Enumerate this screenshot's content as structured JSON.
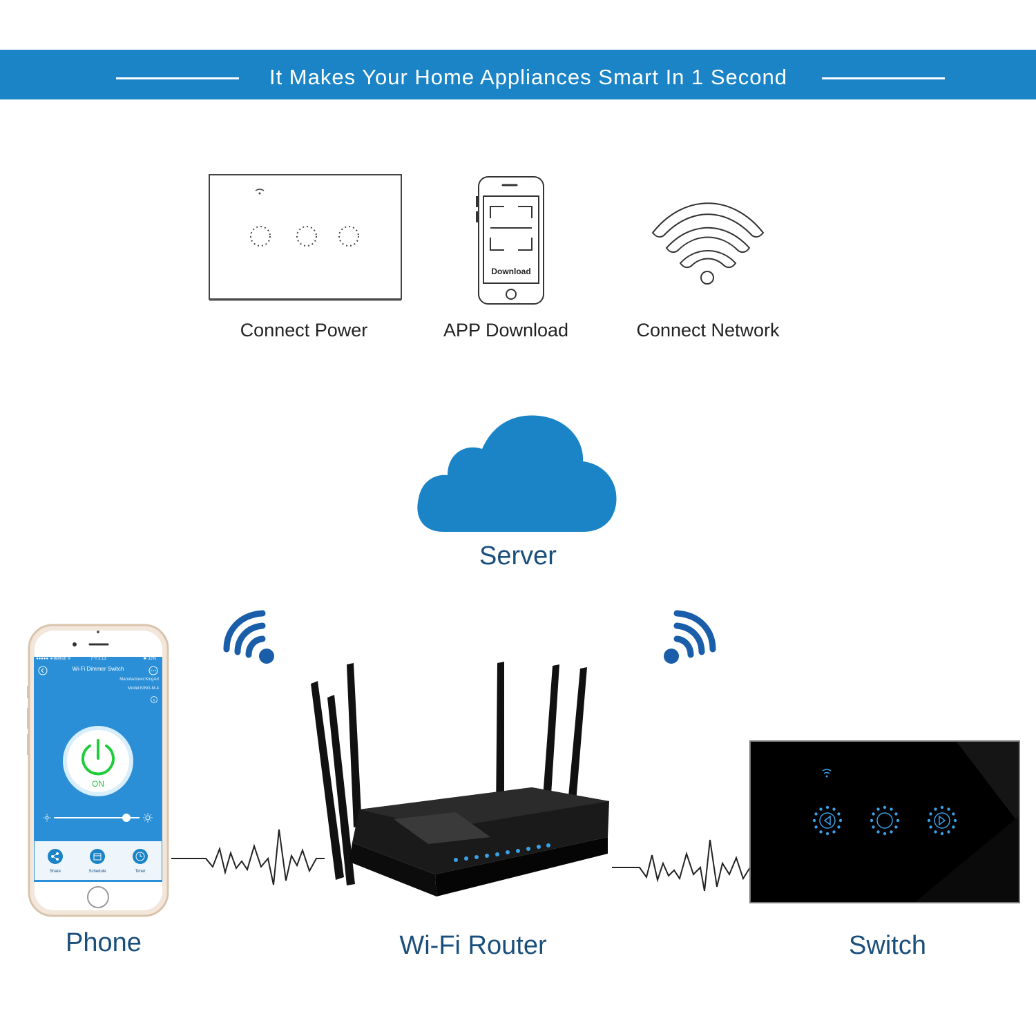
{
  "banner": {
    "title": "It Makes Your Home Appliances Smart In 1 Second",
    "color": "#1a84c7"
  },
  "steps": [
    {
      "label": "Connect Power",
      "icon": "touch-switch-icon"
    },
    {
      "label": "APP Download",
      "icon": "smartphone-icon",
      "screen_text": "Download"
    },
    {
      "label": "Connect Network",
      "icon": "wifi-icon"
    }
  ],
  "server": {
    "label": "Server",
    "icon": "cloud-icon",
    "color": "#1a84c7"
  },
  "phone": {
    "label": "Phone",
    "app": {
      "status_left": "●●●●● 中国移动 ᯤ",
      "status_time": "下午3:13",
      "status_right": "✱ 32%",
      "title": "Wi-Fi Dimmer Switch",
      "manufacturer": "Manufacturer:KingArt",
      "model": "Model:KING-M-4",
      "power_state": "ON",
      "brightness": 0.85,
      "actions": [
        "Share",
        "Schedule",
        "Timer"
      ]
    }
  },
  "router": {
    "label": "Wi-Fi Router"
  },
  "switch": {
    "label": "Switch"
  },
  "colors": {
    "label_blue": "#1a4f7c",
    "accent": "#1a84c7",
    "led": "#3aa0e8"
  }
}
